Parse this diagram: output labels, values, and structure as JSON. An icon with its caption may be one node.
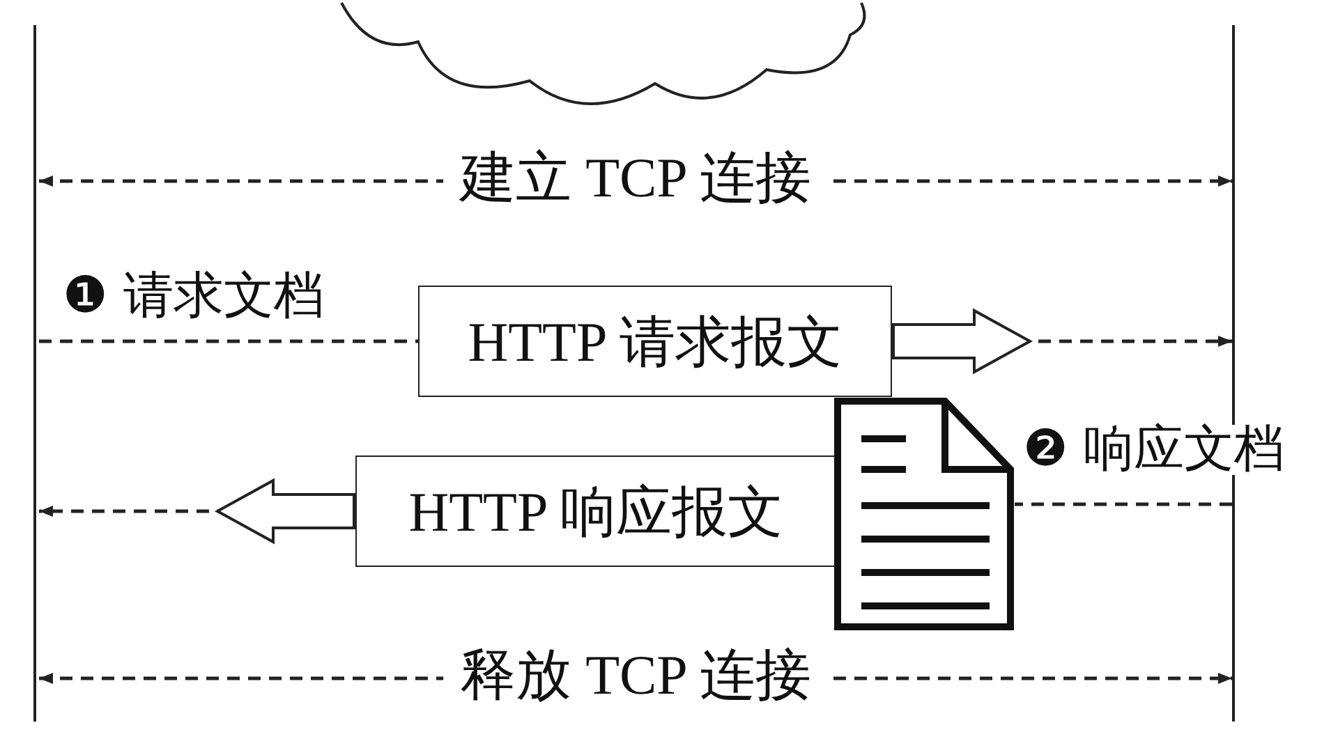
{
  "diagram": {
    "nodes": [
      {
        "text": [],
        "shape": "line"
      },
      {
        "text": [],
        "shape": "line"
      },
      {
        "text": [
          "HTTP 请求报文"
        ]
      },
      {
        "text": [
          "HTTP 响应报文"
        ]
      },
      {
        "text": [],
        "shape": "document"
      }
    ],
    "edges": [
      {
        "from": 0,
        "to": 1,
        "arrow": "both",
        "style": "dashed",
        "label": "建立 TCP 连接"
      },
      {
        "from": 0,
        "to": 2,
        "arrow": "none",
        "style": "dashed"
      },
      {
        "from": 2,
        "to": 1,
        "arrow": "to",
        "style": "dashed"
      },
      {
        "from": 1,
        "to": 4,
        "arrow": "none",
        "style": "dashed"
      },
      {
        "from": 3,
        "to": 0,
        "arrow": "to",
        "style": "dashed"
      },
      {
        "from": 0,
        "to": 1,
        "arrow": "both",
        "style": "dashed",
        "label": "释放 TCP 连接"
      }
    ],
    "labels": [
      "❶ 请求文档",
      "❷ 响应文档"
    ]
  }
}
